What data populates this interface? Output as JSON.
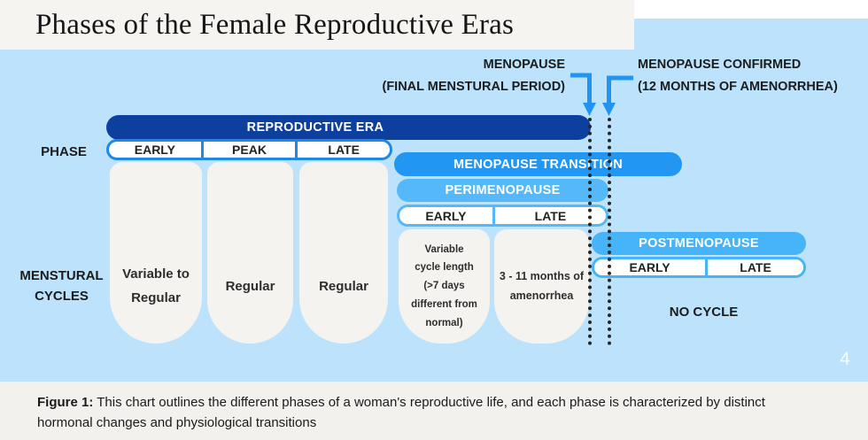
{
  "title": "Phases of the Female Reproductive Eras",
  "page_number": "4",
  "colors": {
    "background_blue": "#bce3fb",
    "reproductive_navy": "#0d3f9e",
    "transition_blue": "#2196f3",
    "perimenopause_blue": "#55b8f8",
    "postmenopause_blue": "#47b3f8",
    "panel_offwhite": "#f5f4f1",
    "column_offwhite": "#f4f3f0"
  },
  "annotations": {
    "menopause": "MENOPAUSE\n(FINAL MENSTURAL PERIOD)",
    "menopause_confirmed": "MENOPAUSE CONFIRMED\n(12 MONTHS OF AMENORRHEA)"
  },
  "row_labels": {
    "phase": "PHASE",
    "menstrual_cycles": "MENSTURAL\nCYCLES"
  },
  "bars": {
    "reproductive_era": "REPRODUCTIVE ERA",
    "reproductive_phases": [
      "EARLY",
      "PEAK",
      "LATE"
    ],
    "menopause_transition": "MENOPAUSE TRANSITION",
    "perimenopause": "PERIMENOPAUSE",
    "perimenopause_phases": [
      "EARLY",
      "LATE"
    ],
    "postmenopause": "POSTMENOPAUSE",
    "postmenopause_phases": [
      "EARLY",
      "LATE"
    ]
  },
  "cycles": {
    "col1": "Variable to Regular",
    "col2": "Regular",
    "col3": "Regular",
    "col4": "Variable\ncycle length\n(>7 days\ndifferent from\nnormal)",
    "col5": "3 - 11 months of\namenorrhea",
    "no_cycle": "NO CYCLE"
  },
  "caption": {
    "label": "Figure 1:",
    "text": " This chart outlines the different phases of a woman's reproductive life, and each phase is characterized by distinct hormonal changes and physiological transitions"
  }
}
